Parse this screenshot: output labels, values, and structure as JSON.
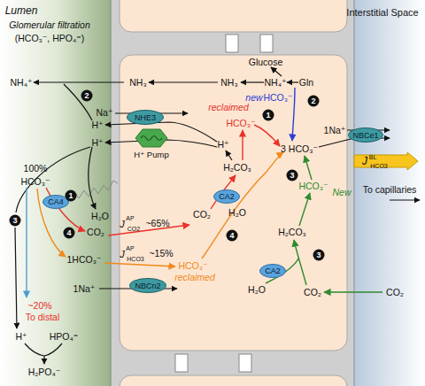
{
  "diagram": {
    "nodes": [
      {
        "text": [
          "NHE3"
        ]
      },
      {
        "text": [
          "H⁺ Pump"
        ]
      },
      {
        "text": [
          "CA4"
        ]
      },
      {
        "text": [
          "CA2"
        ]
      },
      {
        "text": [
          "NBCn2"
        ]
      },
      {
        "text": [
          "CA2"
        ]
      },
      {
        "text": [
          "NBCe1"
        ]
      },
      {
        "text": [
          "J",
          "BL",
          "HCO3"
        ]
      }
    ],
    "labels": [
      "Lumen",
      "Interstitial Space",
      "Glomerular filtration",
      "(HCO₃⁻, HPO₄⁼)",
      "Glucose",
      "NH₄⁺",
      "NH₃",
      "NH₃",
      "NH₄⁺",
      "Gln",
      "2",
      "new",
      "HCO₃⁻",
      "2",
      "reclaimed",
      "Na⁺",
      "1",
      "HCO₃⁻",
      "H⁺",
      "H⁺",
      "H⁺",
      "1Na⁺",
      "3 HCO₃⁻",
      "H₂CO₃",
      "100%",
      "HCO₃⁻",
      "3",
      "HCO₃⁻",
      "New",
      "To capillaries",
      "1",
      "H₂O",
      "CO₂",
      "H₂O",
      "3",
      "CO₂",
      "J",
      "AP",
      "CO2",
      "~65%",
      "4",
      "H₂CO₃",
      "4",
      "1HCO₃⁻",
      "J",
      "AP",
      "HCO3",
      "~15%",
      "HCO₃⁻",
      "reclaimed",
      "3",
      "1Na⁺",
      "~20%",
      "To distal",
      "H₂O",
      "CO₂",
      "CO₂",
      "H⁺",
      "HPO₄⁼",
      "H₂PO₄⁻"
    ]
  }
}
